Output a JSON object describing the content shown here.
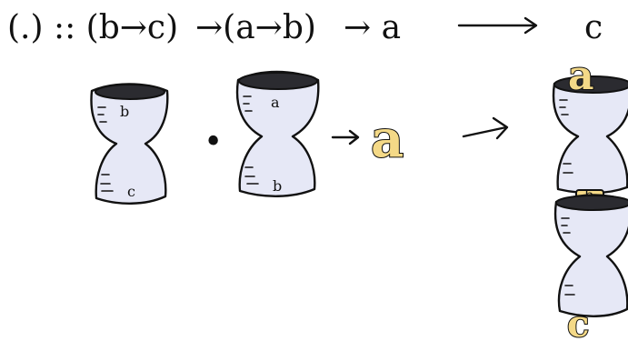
{
  "signature": {
    "part1": "(.) :: (b→c)",
    "part2": "→(a→b)",
    "part3": "→ a",
    "part4": "→",
    "result": "c"
  },
  "cups": {
    "left": {
      "top_label": "b",
      "bottom_label": "c"
    },
    "middle": {
      "top_label": "a",
      "bottom_label": "b"
    }
  },
  "compose_dot": "•",
  "input_value": "a",
  "result_stack": {
    "top_value": "a",
    "joint_value": "b",
    "bottom_value": "c"
  },
  "colors": {
    "cup": "#e6e8f6",
    "value": "#f4d987",
    "ink": "#111111"
  }
}
